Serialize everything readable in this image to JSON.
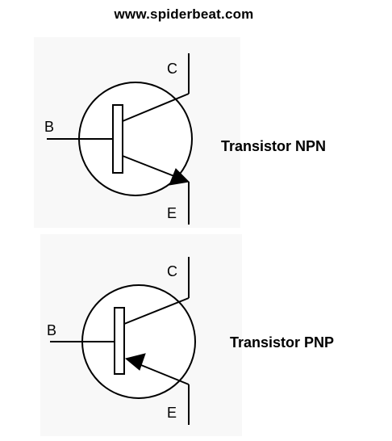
{
  "header": {
    "site": "www.spiderbeat.com"
  },
  "npn": {
    "label": "Transistor NPN",
    "terminal_b": "B",
    "terminal_c": "C",
    "terminal_e": "E"
  },
  "pnp": {
    "label": "Transistor PNP",
    "terminal_b": "B",
    "terminal_c": "C",
    "terminal_e": "E"
  },
  "colors": {
    "stroke": "#000000",
    "background": "#ffffff",
    "panel": "#f8f8f8"
  }
}
